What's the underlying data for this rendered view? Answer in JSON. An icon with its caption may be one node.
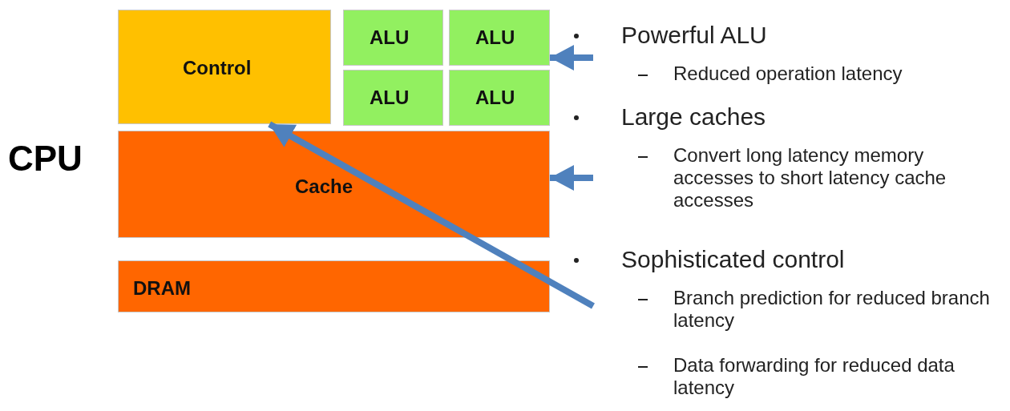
{
  "diagram": {
    "nodes": [
      {
        "text": [
          "Control"
        ]
      },
      {
        "text": [
          "ALU"
        ]
      },
      {
        "text": [
          "ALU"
        ]
      },
      {
        "text": [
          "ALU"
        ]
      },
      {
        "text": [
          "ALU"
        ]
      },
      {
        "text": [
          "Cache"
        ]
      },
      {
        "text": [
          "DRAM"
        ]
      }
    ],
    "edges": [
      {
        "from": null,
        "to": 2,
        "arrow": "to"
      },
      {
        "from": null,
        "to": 5,
        "arrow": "to"
      },
      {
        "from": null,
        "to": 0,
        "arrow": "to"
      }
    ],
    "labels": [
      "CPU",
      "Powerful ALU",
      "Reduced operation latency",
      "Large caches",
      "Convert long latency memory accesses to short latency cache accesses",
      "Sophisticated control",
      "Branch prediction for reduced branch latency",
      "Data forwarding for reduced data latency"
    ]
  }
}
